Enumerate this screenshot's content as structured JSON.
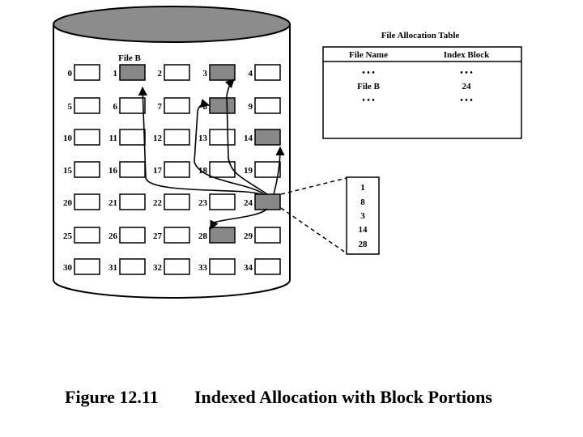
{
  "diagram": {
    "disk": {
      "label": "File B",
      "blocks": [
        "0",
        "1",
        "2",
        "3",
        "4",
        "5",
        "6",
        "7",
        "8",
        "9",
        "10",
        "11",
        "12",
        "13",
        "14",
        "15",
        "16",
        "17",
        "18",
        "19",
        "20",
        "21",
        "22",
        "23",
        "24",
        "25",
        "26",
        "27",
        "28",
        "29",
        "30",
        "31",
        "32",
        "33",
        "34"
      ],
      "file_blocks": [
        1,
        8,
        3,
        14,
        28
      ],
      "index_block": 24,
      "colors": {
        "used": "#888888",
        "free": "#ffffff",
        "disk_top": "#8c8c8c"
      }
    },
    "fat": {
      "title": "File Allocation Table",
      "headers": [
        "File Name",
        "Index Block"
      ],
      "rows": [
        [
          "• • •",
          "• • •"
        ],
        [
          "File B",
          "24"
        ],
        [
          "• • •",
          "• • •"
        ]
      ]
    },
    "index_entries": [
      "1",
      "8",
      "3",
      "14",
      "28"
    ],
    "caption": {
      "figure": "Figure 12.11",
      "title": "Indexed Allocation with Block Portions"
    }
  }
}
